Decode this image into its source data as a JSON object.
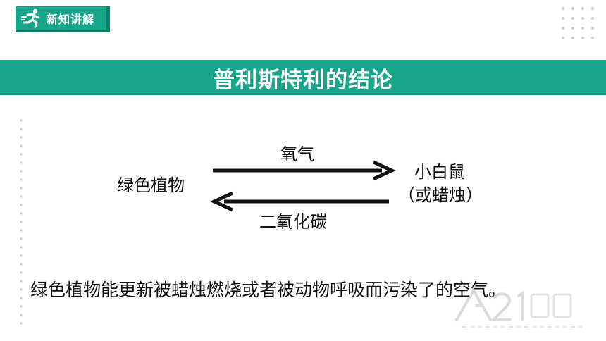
{
  "header": {
    "badge_label": "新知讲解",
    "badge_icon": "runner-icon",
    "decor": "dot-grid"
  },
  "title_bar": {
    "title": "普利斯特利的结论"
  },
  "diagram": {
    "left_label": "绿色植物",
    "top_arrow_label": "氧气",
    "bottom_arrow_label": "二氧化碳",
    "right_label_line1": "小白鼠",
    "right_label_line2": "（或蜡烛）"
  },
  "conclusion": {
    "text": "绿色植物能更新被蜡烛燃烧或者被动物呼吸而污染了的空气。"
  },
  "colors": {
    "accent": "#17a689",
    "accent_dark": "#0e7d67",
    "text": "#111111",
    "dots": "#cfcfcf"
  }
}
